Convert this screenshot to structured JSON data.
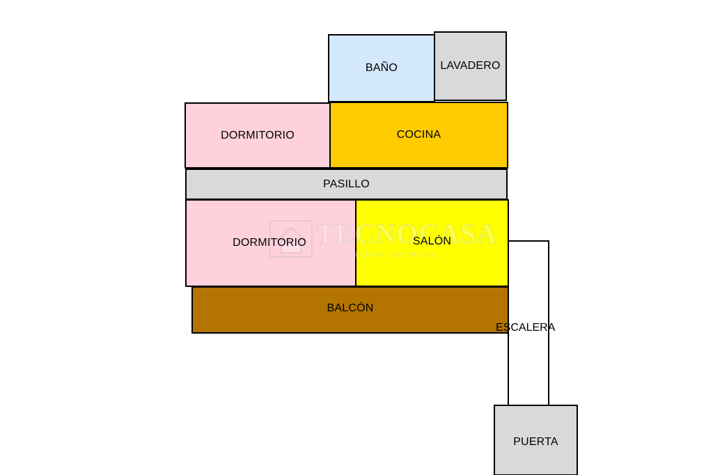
{
  "floorplan": {
    "rooms": {
      "bano": {
        "label": "BAÑO",
        "color": "#d4e8fb"
      },
      "lavadero": {
        "label": "LAVADERO",
        "color": "#d9d9d9"
      },
      "dormitorio_top": {
        "label": "DORMITORIO",
        "color": "#ffd1dc"
      },
      "cocina": {
        "label": "COCINA",
        "color": "#ffcc00"
      },
      "pasillo": {
        "label": "PASILLO",
        "color": "#d9d9d9"
      },
      "dormitorio_bottom": {
        "label": "DORMITORIO",
        "color": "#ffd1dc"
      },
      "salon": {
        "label": "SALÓN",
        "color": "#ffff00"
      },
      "balcon": {
        "label": "BALCÓN",
        "color": "#b37400"
      },
      "puerta": {
        "label": "PUERTA",
        "color": "#d9d9d9"
      }
    },
    "stairs": {
      "label": "ESCALERA"
    }
  },
  "watermark": {
    "brand": "TECNOCASA",
    "tagline": "FRANCHISING NETWORK",
    "icon": "house-icon"
  }
}
